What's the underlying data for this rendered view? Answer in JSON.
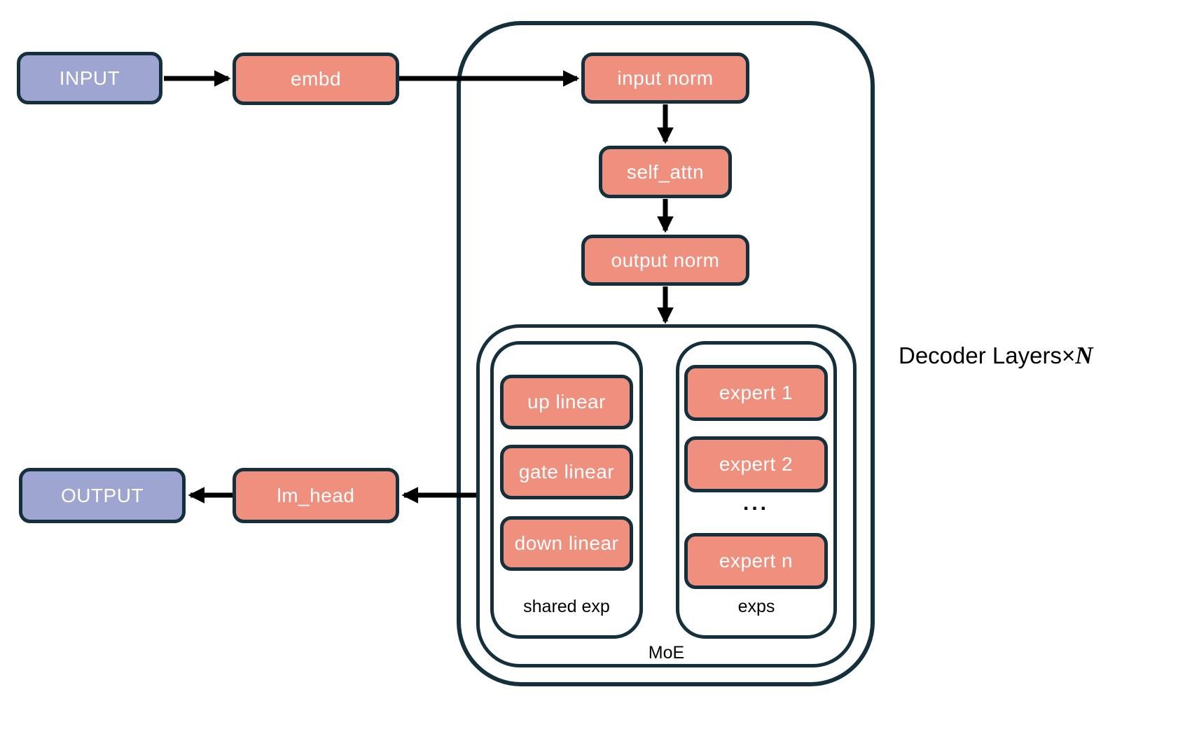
{
  "diagram": {
    "title_note": "MoE decoder architecture flow diagram",
    "nodes": {
      "input": "INPUT",
      "embd": "embd",
      "input_norm": "input norm",
      "self_attn": "self_attn",
      "output_norm": "output norm",
      "up_linear": "up linear",
      "gate_linear": "gate linear",
      "down_linear": "down linear",
      "expert_1": "expert 1",
      "expert_2": "expert 2",
      "expert_n": "expert n",
      "lm_head": "lm_head",
      "output": "OUTPUT"
    },
    "labels": {
      "shared_exp": "shared exp",
      "exps": "exps",
      "moe": "MoE",
      "ellipsis": "...",
      "decoder_prefix": "Decoder Layers",
      "times": "×",
      "decoder_n": "N"
    },
    "colors": {
      "node_fill": "#ef8f7e",
      "io_fill": "#9da5d0",
      "container_border": "#14303d",
      "arrow": "#000000",
      "node_text": "#ffffff",
      "label_text": "#000000",
      "background": "#ffffff"
    }
  }
}
